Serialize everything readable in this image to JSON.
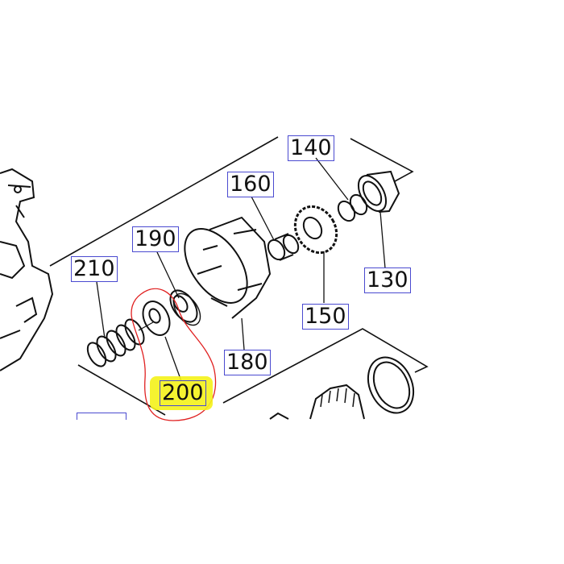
{
  "diagram": {
    "part_labels": [
      "140",
      "160",
      "190",
      "210",
      "130",
      "150",
      "180",
      "200"
    ],
    "highlighted_label": "200",
    "colors": {
      "line": "#111111",
      "label_border": "#4a4ad0",
      "highlight": "#f4f21a",
      "circle_markup": "#e02020"
    }
  }
}
